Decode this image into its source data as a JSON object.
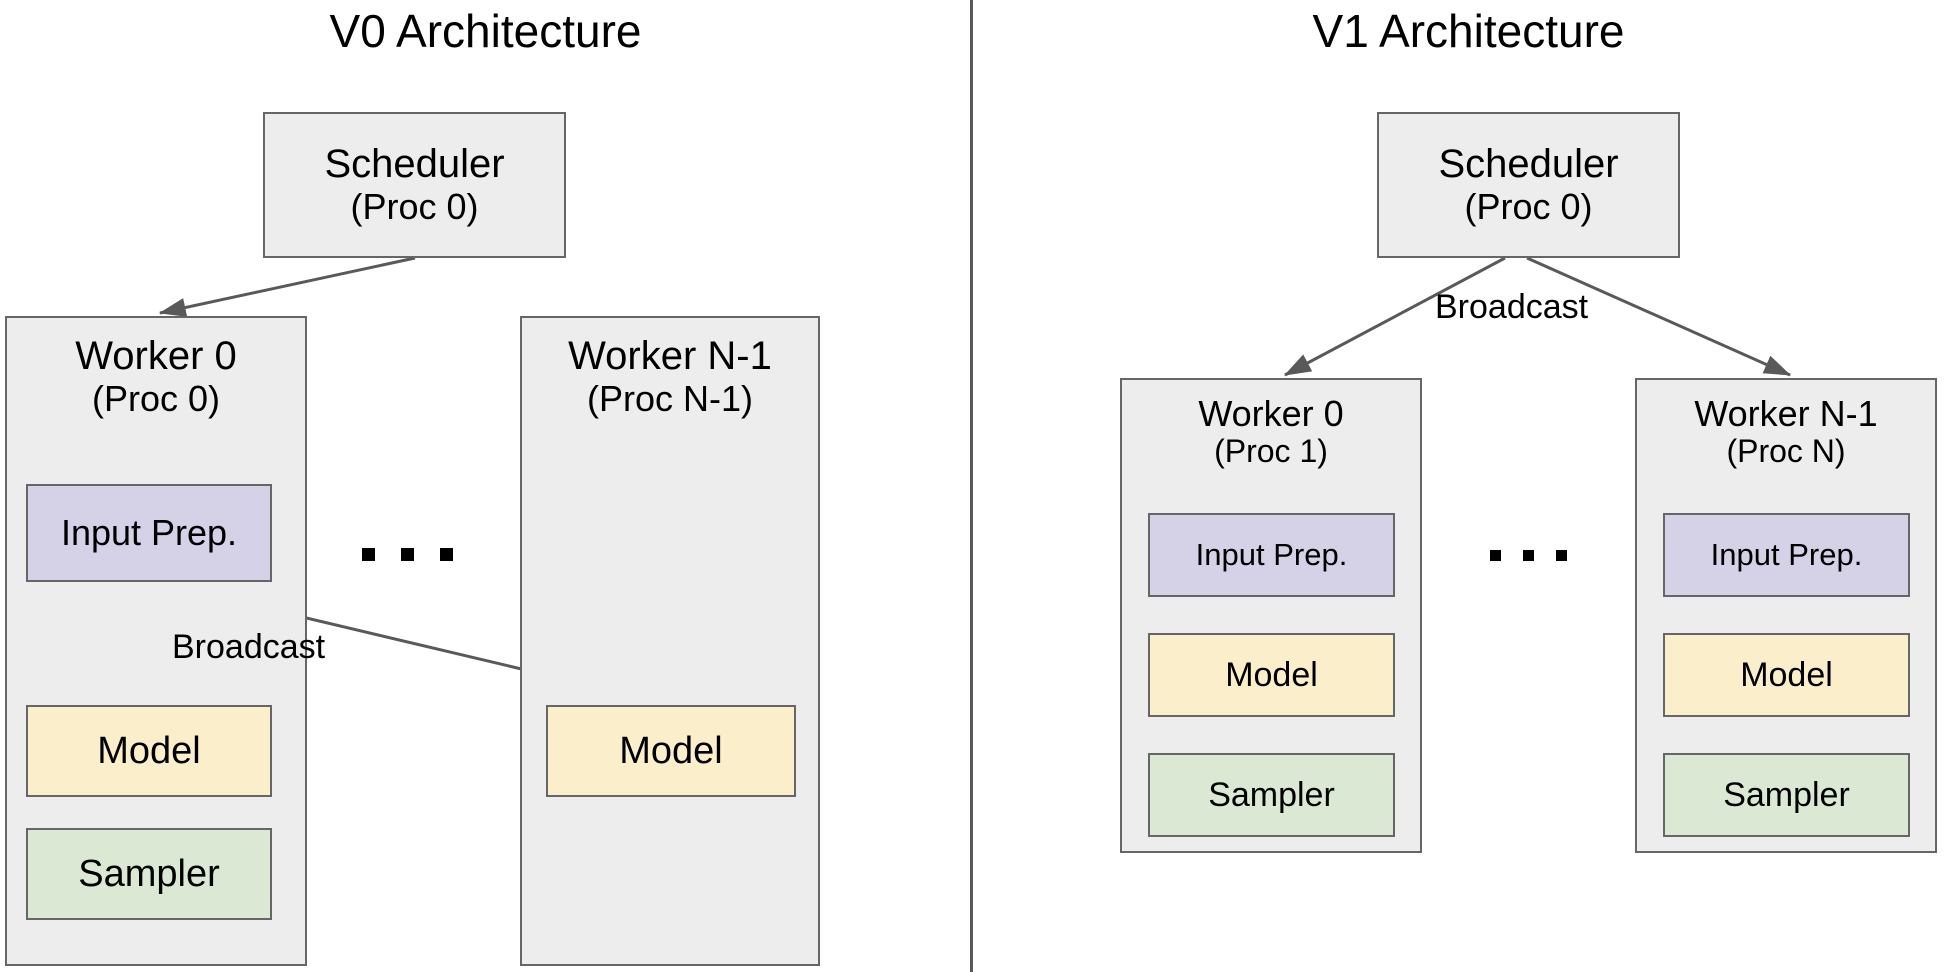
{
  "diagram": {
    "title_left": "V0 Architecture",
    "title_right": "V1 Architecture",
    "colors": {
      "node_gray": "#ededed",
      "node_purple": "#d5d1e7",
      "node_yellow": "#fbeecb",
      "node_green": "#dbe8d4",
      "border": "#666666",
      "edge": "#595959",
      "text": "#000000"
    }
  },
  "v0": {
    "title": "V0 Architecture",
    "scheduler": {
      "line1": "Scheduler",
      "line2": "(Proc 0)"
    },
    "worker0": {
      "line1": "Worker 0",
      "line2": "(Proc 0)",
      "blocks": [
        {
          "label": "Input Prep.",
          "color": "purple"
        },
        {
          "label": "Model",
          "color": "yellow"
        },
        {
          "label": "Sampler",
          "color": "green"
        }
      ]
    },
    "workerN": {
      "line1": "Worker N-1",
      "line2": "(Proc N-1)",
      "blocks": [
        {
          "label": "Model",
          "color": "yellow"
        }
      ]
    },
    "edges": [
      {
        "label": "",
        "from": "scheduler",
        "to": "worker0"
      },
      {
        "label": "Broadcast",
        "from": "input-prep",
        "to": "model-local"
      },
      {
        "label": "",
        "from": "input-prep",
        "to": "model-remote"
      }
    ],
    "broadcast_label": "Broadcast",
    "ellipsis": "..."
  },
  "v1": {
    "title": "V1 Architecture",
    "scheduler": {
      "line1": "Scheduler",
      "line2": "(Proc 0)"
    },
    "worker0": {
      "line1": "Worker 0",
      "line2": "(Proc 1)",
      "blocks": [
        {
          "label": "Input Prep.",
          "color": "purple"
        },
        {
          "label": "Model",
          "color": "yellow"
        },
        {
          "label": "Sampler",
          "color": "green"
        }
      ]
    },
    "workerN": {
      "line1": "Worker N-1",
      "line2": "(Proc N)",
      "blocks": [
        {
          "label": "Input Prep.",
          "color": "purple"
        },
        {
          "label": "Model",
          "color": "yellow"
        },
        {
          "label": "Sampler",
          "color": "green"
        }
      ]
    },
    "broadcast_label": "Broadcast",
    "ellipsis": "..."
  }
}
